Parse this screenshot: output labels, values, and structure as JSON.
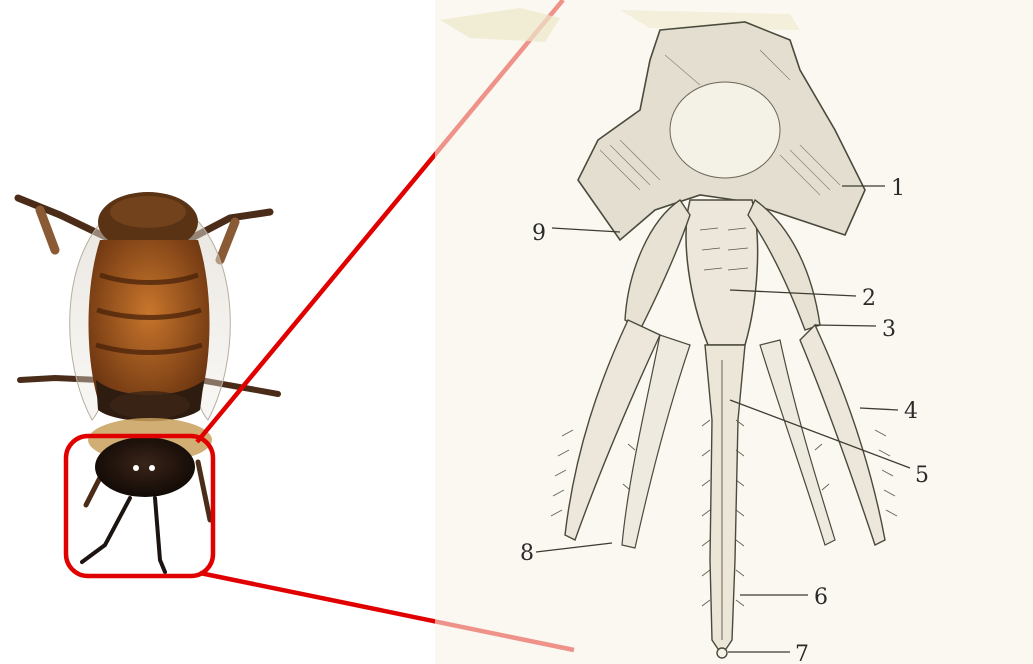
{
  "photo": {
    "subject": "honeybee"
  },
  "callout": {
    "color": "#e10000"
  },
  "diagram": {
    "ink_color": "#3c3c30",
    "paper_tint": "#f4f1e2",
    "labels": [
      {
        "id": "1",
        "text": "1"
      },
      {
        "id": "2",
        "text": "2"
      },
      {
        "id": "3",
        "text": "3"
      },
      {
        "id": "4",
        "text": "4"
      },
      {
        "id": "5",
        "text": "5"
      },
      {
        "id": "6",
        "text": "6"
      },
      {
        "id": "7",
        "text": "7"
      },
      {
        "id": "8",
        "text": "8"
      },
      {
        "id": "9",
        "text": "9"
      }
    ]
  }
}
